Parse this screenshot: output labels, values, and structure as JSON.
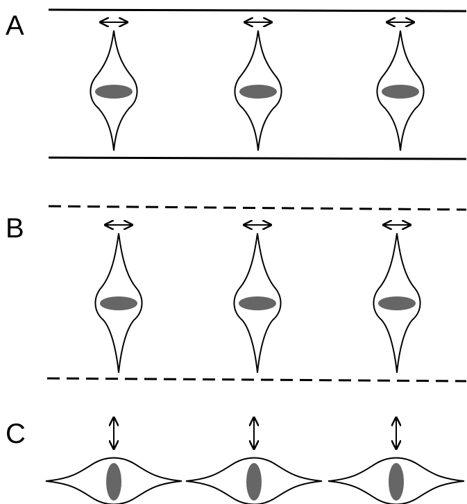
{
  "panels": [
    {
      "label": "A",
      "boundary": "solid",
      "cell_orientation": "vertical",
      "arrow_direction": "horizontal",
      "cell_count": 3
    },
    {
      "label": "B",
      "boundary": "dashed",
      "cell_orientation": "vertical",
      "arrow_direction": "horizontal",
      "cell_count": 3
    },
    {
      "label": "C",
      "boundary": "none",
      "cell_orientation": "horizontal",
      "arrow_direction": "vertical",
      "cell_count": 3
    }
  ],
  "colors": {
    "background": "#ffffff",
    "outline": "#000000",
    "nucleus": "#666666"
  },
  "icons": {
    "horizontal_arrow": "double-headed-horizontal-arrow-icon",
    "vertical_arrow": "double-headed-vertical-arrow-icon"
  }
}
